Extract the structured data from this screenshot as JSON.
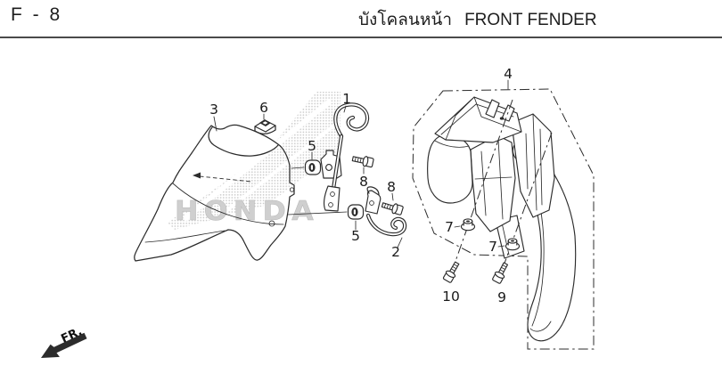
{
  "header": {
    "page_code": "F - 8",
    "title_thai": "บังโคลนหน้า",
    "title_en": "FRONT FENDER"
  },
  "diagram": {
    "watermark": "HONDA",
    "direction_indicator": "FR.",
    "callouts": {
      "c1": "1",
      "c2": "2",
      "c3": "3",
      "c4": "4",
      "c5_upper": "5",
      "c5_lower": "5",
      "c6": "6",
      "c7_left": "7",
      "c7_right": "7",
      "c8_upper": "8",
      "c8_lower": "8",
      "c9": "9",
      "c10": "10"
    },
    "colors": {
      "ink": "#2c2c2c",
      "watermark_gray": "#c7c7c7"
    }
  }
}
